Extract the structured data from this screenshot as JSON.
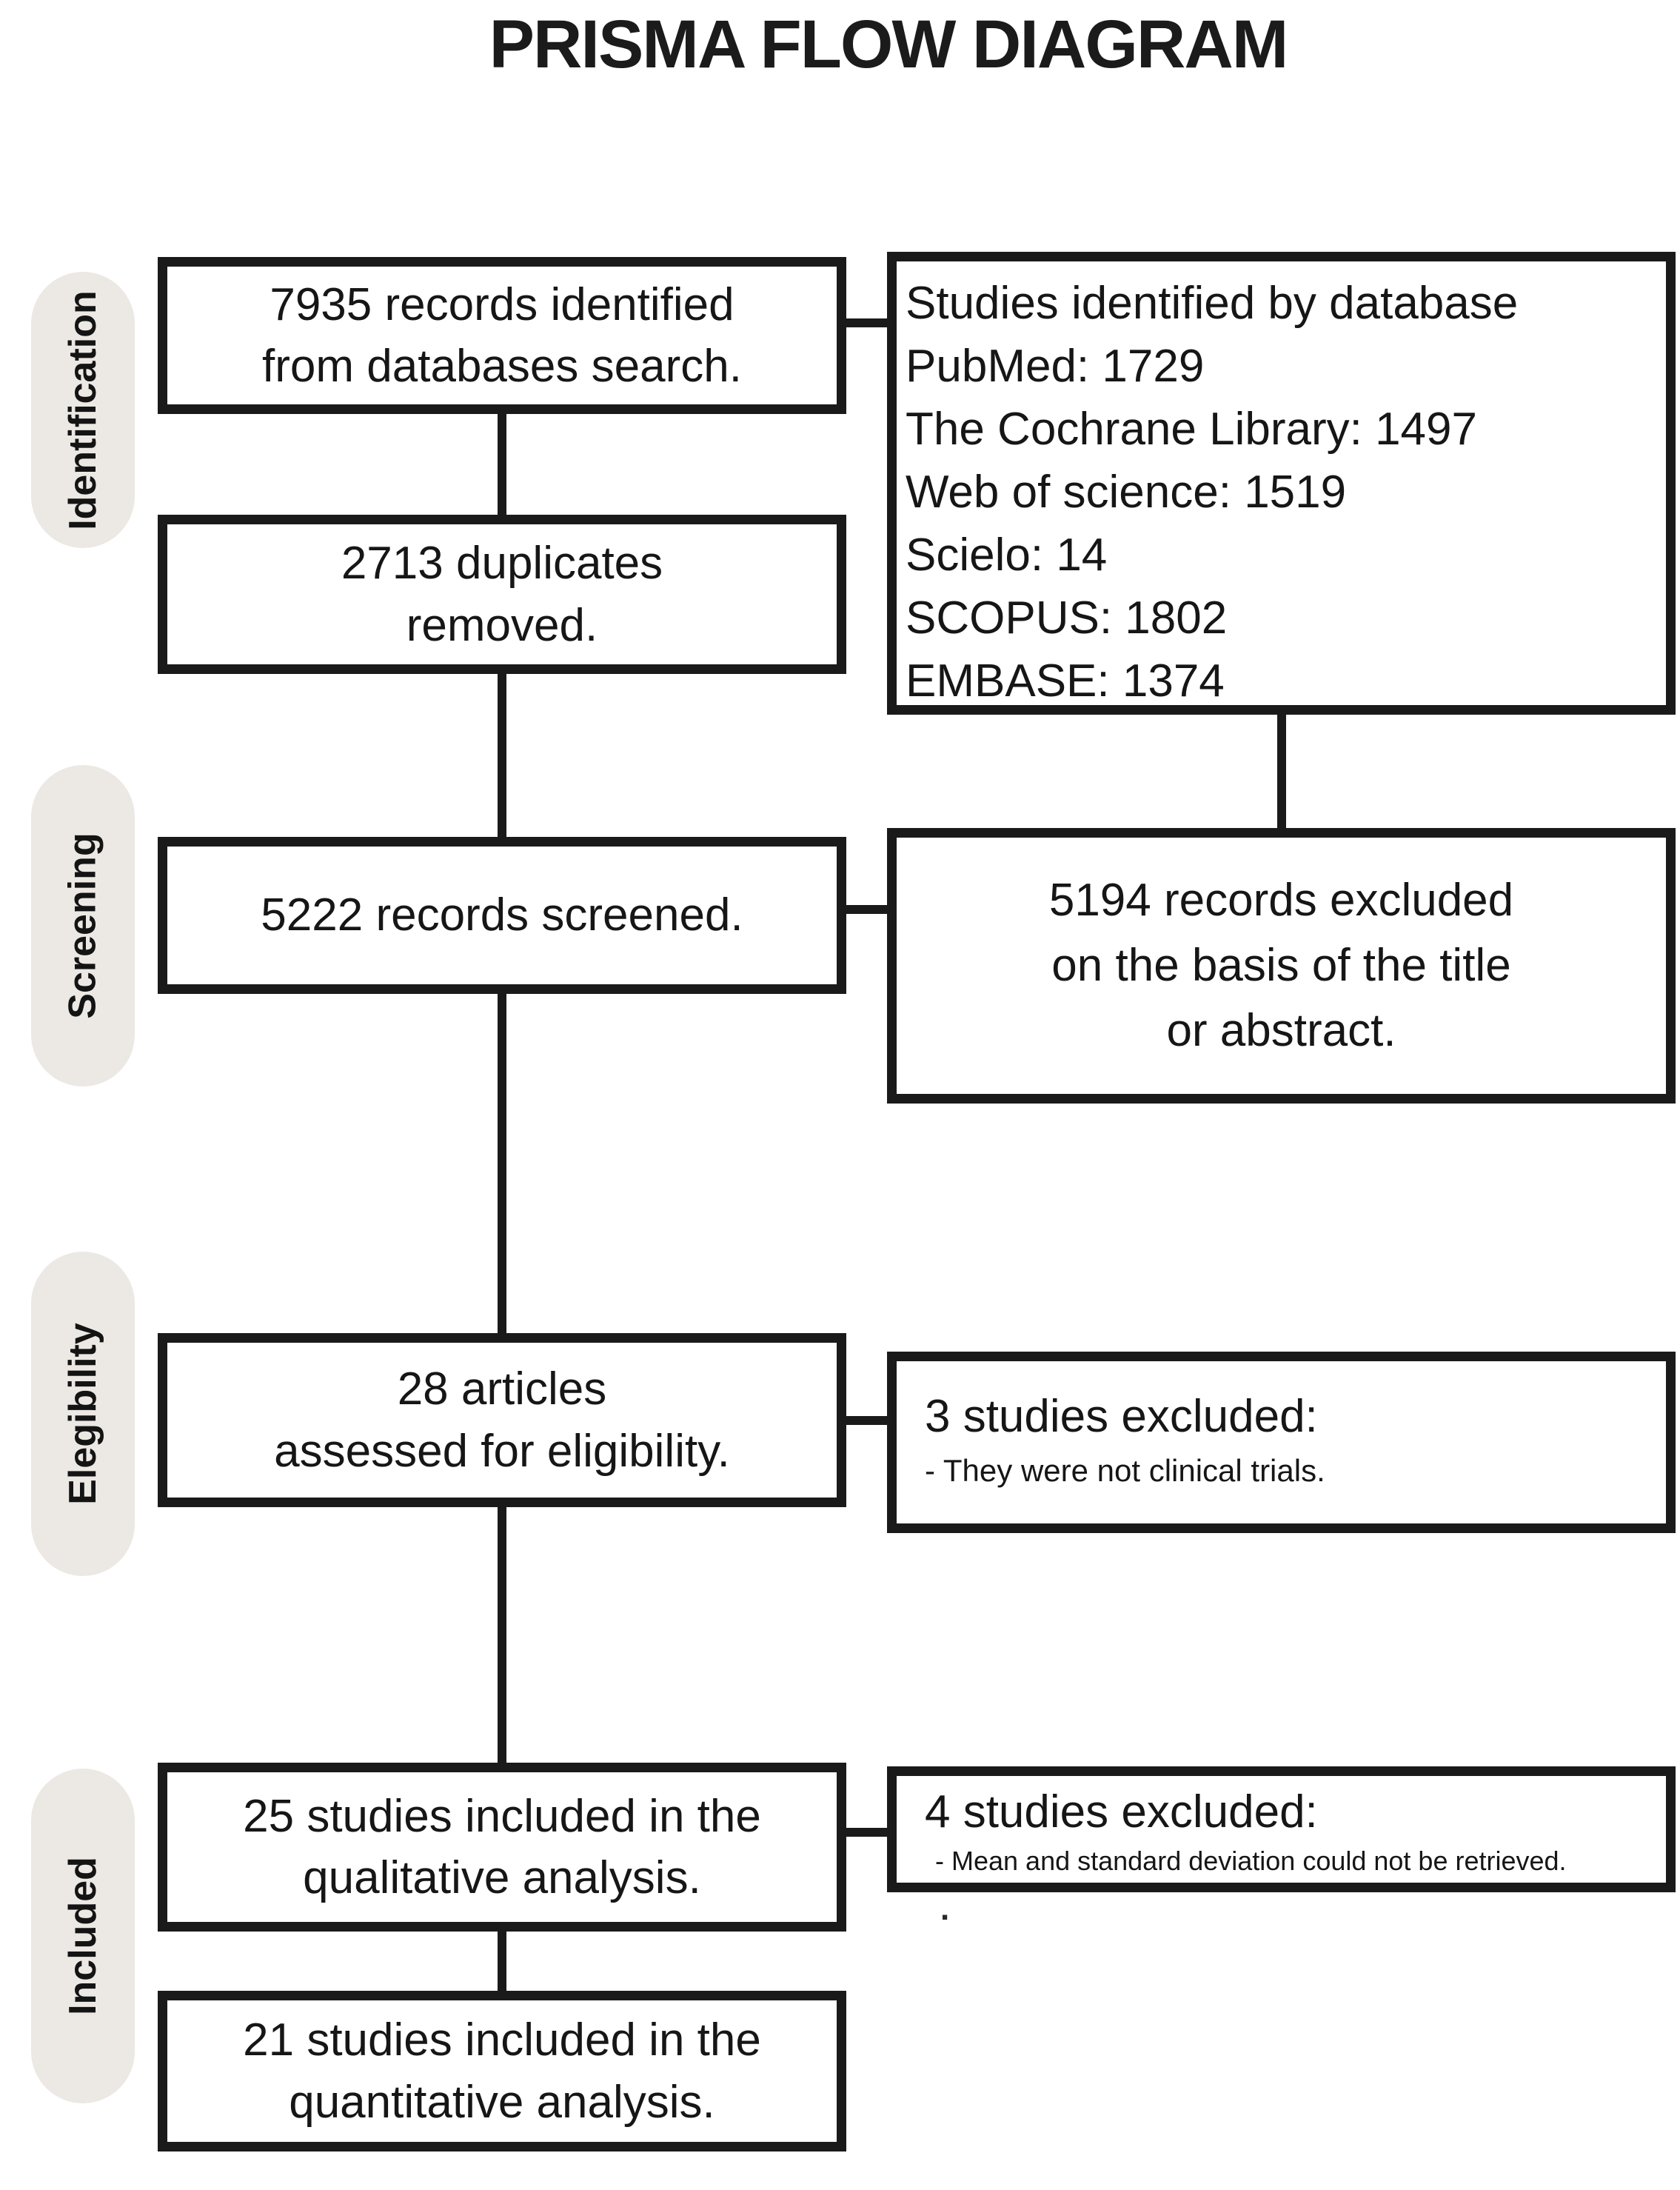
{
  "title": "PRISMA FLOW DIAGRAM",
  "colors": {
    "ink": "#1a1a1a",
    "pill_background": "#ece8e4",
    "box_background": "#ffffff"
  },
  "stage_labels": [
    {
      "label": "Identification"
    },
    {
      "label": "Screening"
    },
    {
      "label": "Elegibility"
    },
    {
      "label": "Included"
    }
  ],
  "flow_boxes": {
    "records_identified": {
      "line1": "7935 records identified",
      "line2": "from databases search."
    },
    "duplicates_removed": {
      "line1": "2713 duplicates",
      "line2": "removed."
    },
    "records_screened": {
      "line1": "5222 records screened."
    },
    "articles_assessed": {
      "line1": "28 articles",
      "line2": "assessed for eligibility."
    },
    "qualitative_included": {
      "line1": "25 studies included in the",
      "line2": "qualitative analysis."
    },
    "quantitative_included": {
      "line1": "21 studies included in the",
      "line2": "quantitative analysis."
    }
  },
  "side_boxes": {
    "database_breakdown": {
      "heading": "Studies identified by database",
      "entries": [
        "PubMed: 1729",
        "The Cochrane Library: 1497",
        "Web of science: 1519",
        "Scielo: 14",
        "SCOPUS: 1802",
        "EMBASE: 1374"
      ]
    },
    "records_excluded": {
      "lines": [
        "5194 records excluded",
        "on the basis of the title",
        "or abstract."
      ]
    },
    "studies_excluded_3": {
      "heading": "3 studies excluded:",
      "reason": "- They were not clinical trials."
    },
    "studies_excluded_4": {
      "heading": "4 studies excluded:",
      "reason": "- Mean and standard deviation could not be retrieved.",
      "stray_mark": "."
    }
  }
}
